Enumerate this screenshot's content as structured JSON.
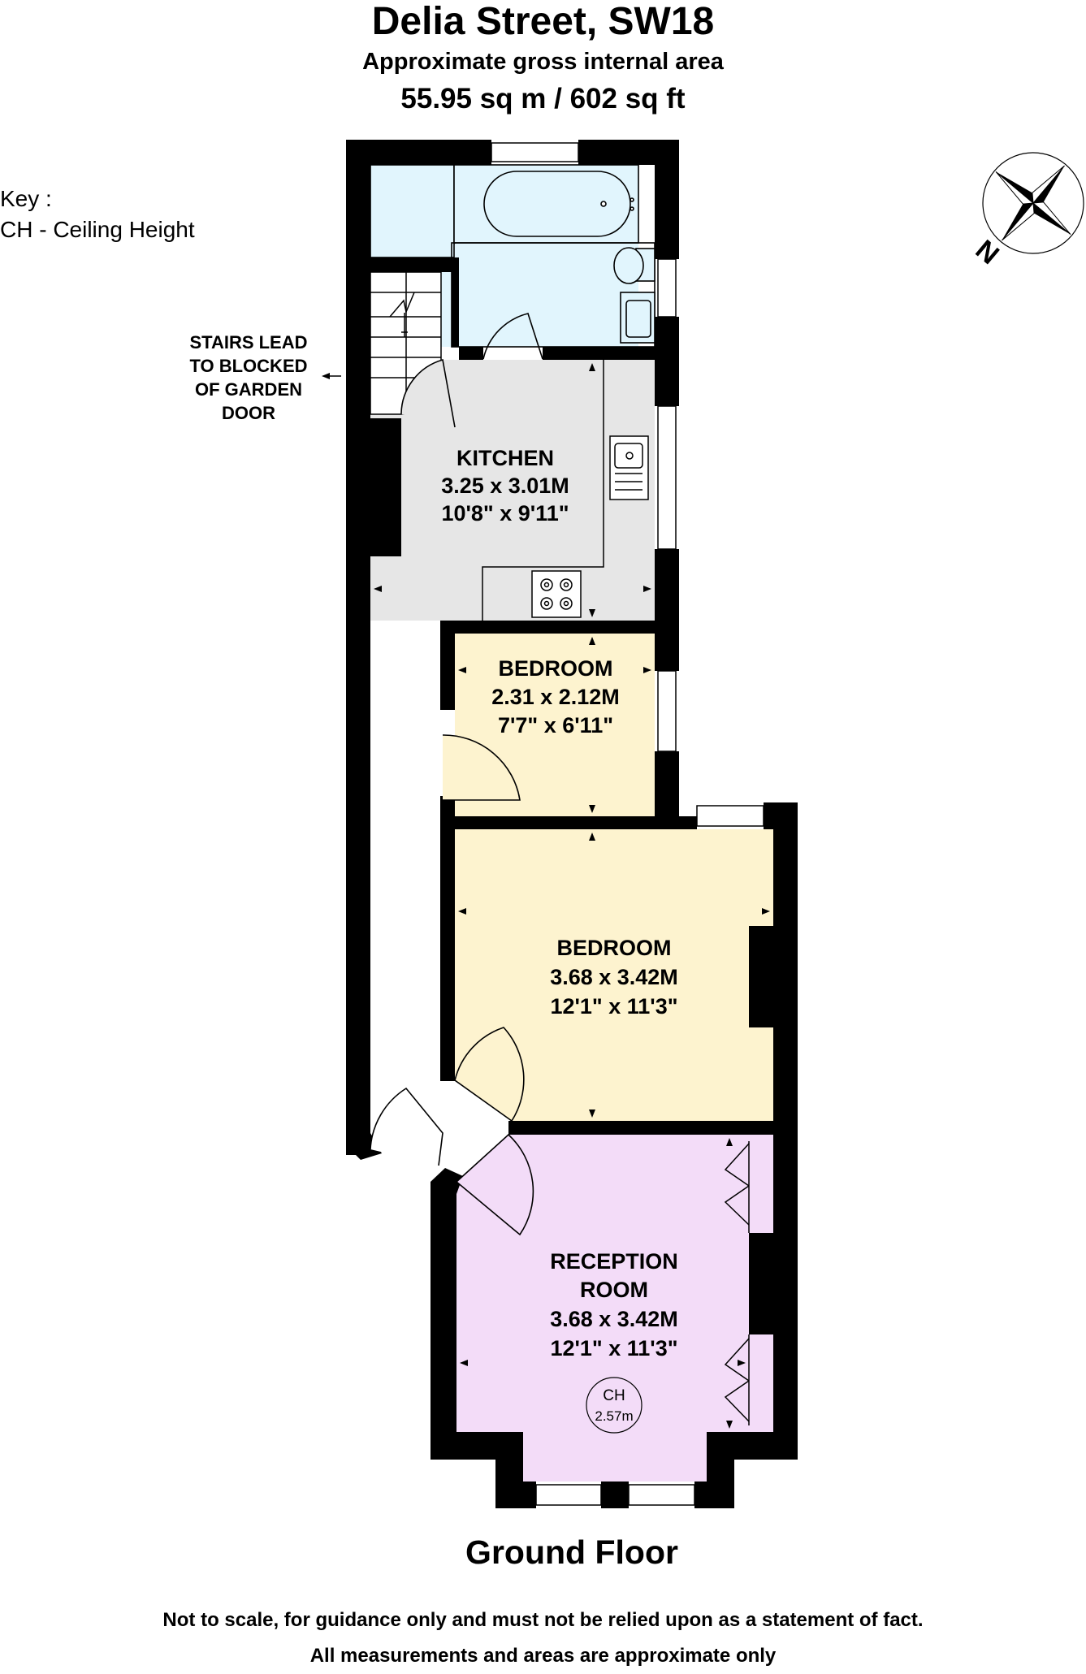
{
  "header": {
    "title": "Delia Street, SW18",
    "subtitle": "Approximate gross internal area",
    "area": "55.95 sq m /  602 sq ft"
  },
  "key": {
    "heading": "Key :",
    "entries": [
      "CH - Ceiling Height"
    ]
  },
  "stairs_note": [
    "STAIRS LEAD",
    "TO BLOCKED",
    "OF GARDEN",
    "DOOR"
  ],
  "rooms": [
    {
      "name": "KITCHEN",
      "metric": "3.25 x 3.01M",
      "imperial": "10'8\" x 9'11\"",
      "color": "#e6e6e6"
    },
    {
      "name": "BEDROOM",
      "metric": "2.31 x 2.12M",
      "imperial": "7'7\" x 6'11\"",
      "color": "#fdf3cf"
    },
    {
      "name": "BEDROOM",
      "metric": "3.68 x 3.42M",
      "imperial": "12'1\" x 11'3\"",
      "color": "#fdf3cf"
    },
    {
      "name_lines": [
        "RECEPTION",
        "ROOM"
      ],
      "metric": "3.68 x 3.42M",
      "imperial": "12'1\" x 11'3\"",
      "color": "#f3dcf8"
    }
  ],
  "bathroom_color": "#e1f5fd",
  "ceiling_height": {
    "label": "CH",
    "value": "2.57m"
  },
  "compass": {
    "label": "N"
  },
  "floor_label": "Ground Floor",
  "disclaimer": [
    "Not to scale, for guidance only and must not be relied upon as a statement of fact.",
    "All measurements and areas are approximate only"
  ],
  "colors": {
    "wall": "#000000",
    "window": "#ffffff"
  }
}
